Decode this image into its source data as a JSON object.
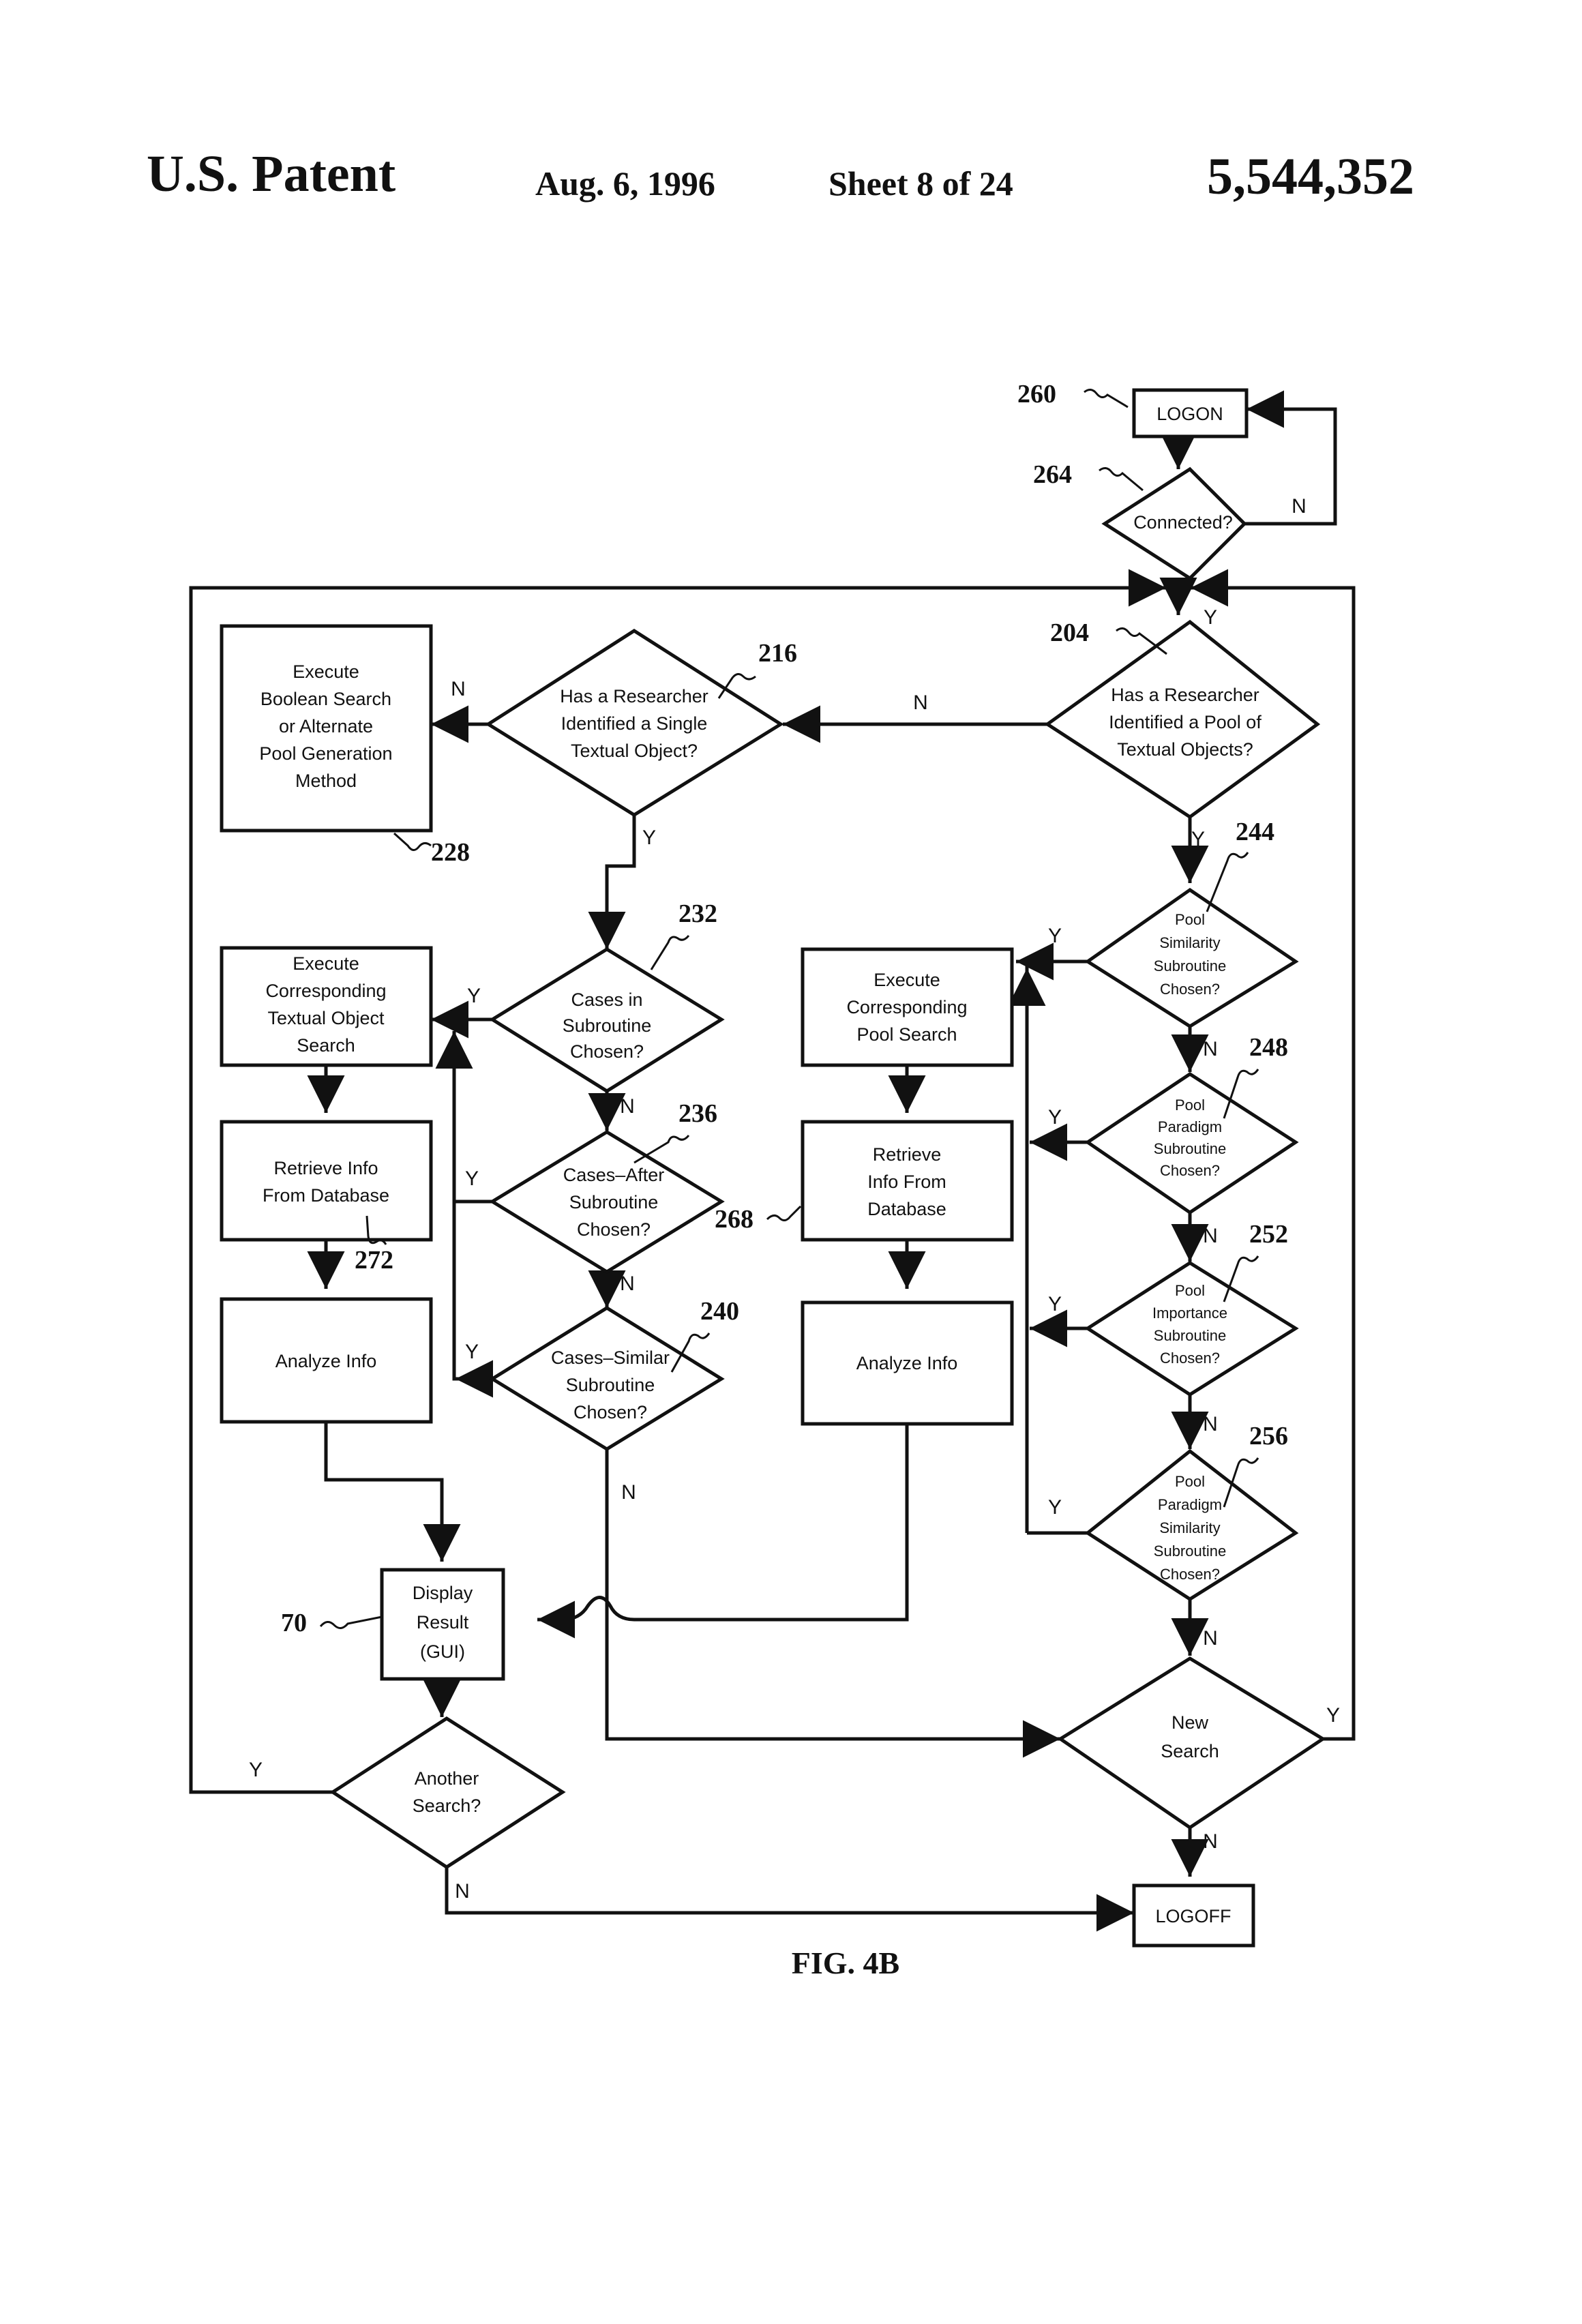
{
  "header": {
    "patent": "U.S. Patent",
    "date": "Aug. 6, 1996",
    "sheet": "Sheet 8 of 24",
    "number": "5,544,352"
  },
  "figure_caption": "FIG. 4B",
  "nodes": {
    "logon": "LOGON",
    "connected": "Connected?",
    "pool_identified": [
      "Has a Researcher",
      "Identified a Pool of",
      "Textual Objects?"
    ],
    "single_identified": [
      "Has a Researcher",
      "Identified a Single",
      "Textual Object?"
    ],
    "boolean_search": [
      "Execute",
      "Boolean Search",
      "or Alternate",
      "Pool Generation",
      "Method"
    ],
    "cases_in": [
      "Cases in",
      "Subroutine",
      "Chosen?"
    ],
    "cases_after": [
      "Cases–After",
      "Subroutine",
      "Chosen?"
    ],
    "cases_similar": [
      "Cases–Similar",
      "Subroutine",
      "Chosen?"
    ],
    "textual_object_search": [
      "Execute",
      "Corresponding",
      "Textual Object",
      "Search"
    ],
    "retrieve_left": [
      "Retrieve Info",
      "From Database"
    ],
    "analyze_left": "Analyze Info",
    "pool_search": [
      "Execute",
      "Corresponding",
      "Pool Search"
    ],
    "retrieve_mid": [
      "Retrieve",
      "Info From",
      "Database"
    ],
    "analyze_mid": "Analyze Info",
    "pool_similarity": [
      "Pool",
      "Similarity",
      "Subroutine",
      "Chosen?"
    ],
    "pool_paradigm": [
      "Pool",
      "Paradigm",
      "Subroutine",
      "Chosen?"
    ],
    "pool_importance": [
      "Pool",
      "Importance",
      "Subroutine",
      "Chosen?"
    ],
    "pool_paradigm_similarity": [
      "Pool",
      "Paradigm",
      "Similarity",
      "Subroutine",
      "Chosen?"
    ],
    "display_result": [
      "Display",
      "Result",
      "(GUI)"
    ],
    "another_search": [
      "Another",
      "Search?"
    ],
    "new_search": [
      "New",
      "Search"
    ],
    "logoff": "LOGOFF"
  },
  "refs": {
    "r260": "260",
    "r264": "264",
    "r204": "204",
    "r216": "216",
    "r228": "228",
    "r232": "232",
    "r236": "236",
    "r240": "240",
    "r244": "244",
    "r248": "248",
    "r252": "252",
    "r256": "256",
    "r268": "268",
    "r272": "272",
    "r70": "70"
  },
  "branch_labels": {
    "yes": "Y",
    "no": "N"
  }
}
